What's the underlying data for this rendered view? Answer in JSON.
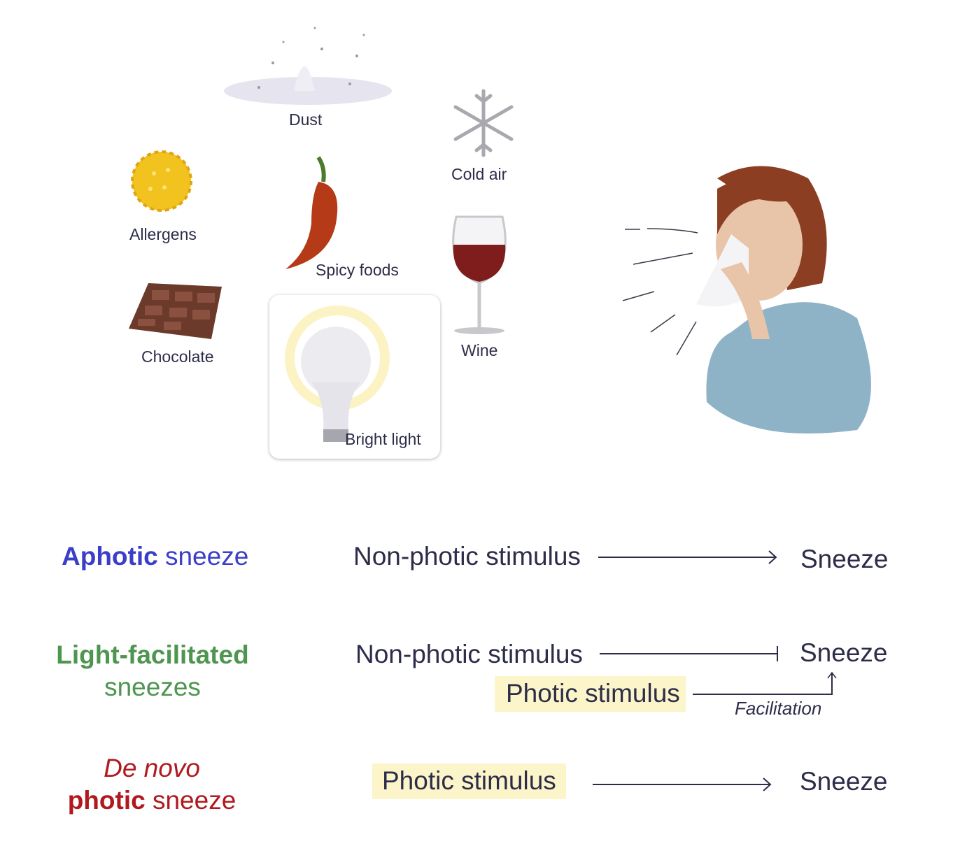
{
  "triggers": {
    "dust": "Dust",
    "cold_air": "Cold air",
    "allergens": "Allergens",
    "spicy_foods": "Spicy foods",
    "wine": "Wine",
    "chocolate": "Chocolate",
    "bright_light": "Bright light"
  },
  "rows": {
    "aphotic": {
      "title_bold": "Aphotic",
      "title_rest": "sneeze",
      "stimulus": "Non-photic stimulus",
      "result": "Sneeze",
      "color": "#3b3fc8"
    },
    "light_facilitated": {
      "title_bold": "Light-facilitated",
      "title_rest": "sneezes",
      "stimulus": "Non-photic stimulus",
      "result": "Sneeze",
      "photic": "Photic stimulus",
      "facilitation": "Facilitation",
      "color": "#4e9550"
    },
    "de_novo": {
      "title_italic": "De novo",
      "title_bold": "photic",
      "title_rest": "sneeze",
      "stimulus": "Photic stimulus",
      "result": "Sneeze",
      "color": "#b0191e"
    }
  }
}
